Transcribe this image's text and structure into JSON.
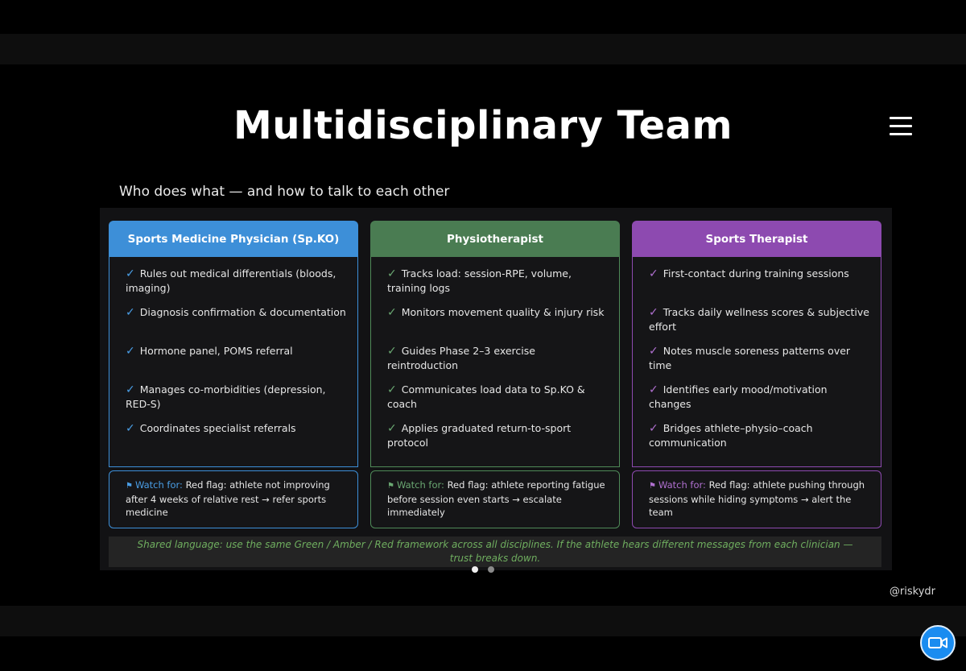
{
  "header": {
    "title": "Multidisciplinary Team",
    "menu_icon": "hamburger-menu-icon"
  },
  "subtitle": "Who does what — and how to talk to each other",
  "columns": [
    {
      "title": "Sports Medicine Physician (Sp.KO)",
      "accent": "#3d8fd8",
      "items": [
        "Rules out medical differentials (bloods, imaging)",
        "Diagnosis confirmation & documentation",
        "Hormone panel, POMS referral",
        "Manages co-morbidities (depression, RED-S)",
        "Coordinates specialist referrals"
      ],
      "watch_label": "Watch for:",
      "watch_text": "Red flag: athlete not improving after 4 weeks of relative rest → refer sports medicine"
    },
    {
      "title": "Physiotherapist",
      "accent": "#4a7c52",
      "items": [
        "Tracks load: session-RPE, volume, training logs",
        "Monitors movement quality & injury risk",
        "Guides Phase 2–3 exercise reintroduction",
        "Communicates load data to Sp.KO & coach",
        "Applies graduated return-to-sport protocol"
      ],
      "watch_label": "Watch for:",
      "watch_text": "Red flag: athlete reporting fatigue before session even starts → escalate immediately"
    },
    {
      "title": "Sports Therapist",
      "accent": "#8d4ab0",
      "items": [
        "First-contact during training sessions",
        "Tracks daily wellness scores & subjective effort",
        "Notes muscle soreness patterns over time",
        "Identifies early mood/motivation changes",
        "Bridges athlete–physio–coach communication"
      ],
      "watch_label": "Watch for:",
      "watch_text": "Red flag: athlete pushing through sessions while hiding symptoms → alert the team"
    }
  ],
  "check_glyph": "✓",
  "flag_glyph": "⚑",
  "shared_language": "Shared language: use the same Green / Amber / Red framework across all disciplines. If the athlete hears different messages from each clinician — trust breaks down.",
  "pagination": {
    "total": 2,
    "active": 1
  },
  "handle": "@riskydr",
  "camera_button_icon": "video-camera-icon"
}
